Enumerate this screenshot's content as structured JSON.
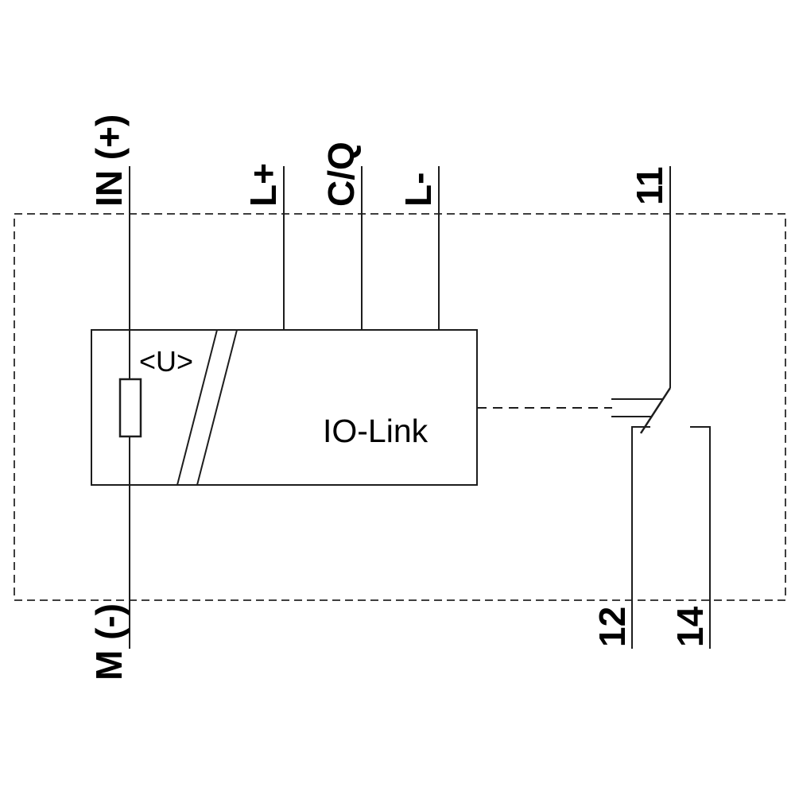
{
  "labels": {
    "in_plus": "IN (+)",
    "l_plus": "L+",
    "c_q": "C/Q",
    "l_minus": "L-",
    "terminal_11": "11",
    "terminal_12": "12",
    "terminal_14": "14",
    "m_minus": "M (-)",
    "voltage_monitor": "<U>",
    "module": "IO-Link"
  },
  "colors": {
    "line": "#1d1d1d",
    "dashed_border": "#3f3f3f",
    "text": "#000000",
    "background": "#ffffff"
  }
}
